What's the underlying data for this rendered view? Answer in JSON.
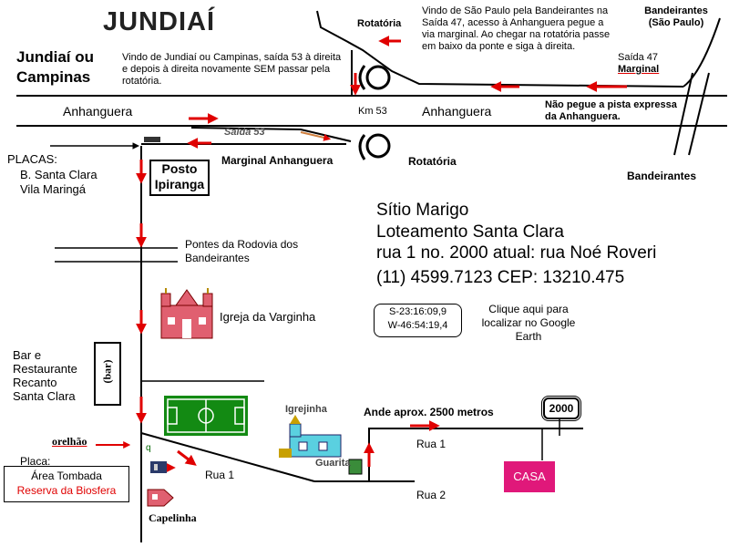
{
  "title": "JUNDIAÍ",
  "labels": {
    "jundiai_campinas": "Jundiaí ou Campinas",
    "instr_jundiai": "Vindo de Jundiaí ou Campinas, saída 53 à direita e depois à direita novamente SEM passar pela rotatória.",
    "rotatoria_top": "Rotatória",
    "instr_sao_paulo": "Vindo de São Paulo pela Bandeirantes na Saída 47, acesso à Anhanguera pegue a via marginal. Ao chegar na rotatória passe em baixo da ponte e siga à direita.",
    "bandeirantes_sp": "Bandeirantes (São Paulo)",
    "saida47": "Saída 47",
    "marginal": "Marginal",
    "nao_pegue": "Não pegue a pista expressa da Anhanguera.",
    "anhanguera_left": "Anhanguera",
    "km53": "Km 53",
    "anhanguera_right": "Anhanguera",
    "saida53": "Saída 53",
    "placas": "PLACAS:",
    "placa_santa_clara": "B. Santa Clara",
    "placa_vila_maringa": "Vila Maringá",
    "posto_ipiranga": "Posto Ipiranga",
    "marginal_anhanguera": "Marginal Anhanguera",
    "rotatoria_bottom": "Rotatória",
    "bandeirantes": "Bandeirantes",
    "pontes": "Pontes da Rodovia dos Bandeirantes",
    "igreja_varginha": "Igreja da Varginha",
    "bar_restaurante": "Bar e Restaurante Recanto Santa Clara",
    "bar_sign": "(bar)",
    "igrejinha": "Igrejinha",
    "guarita": "Guarita",
    "orelhao": "orelhão",
    "placa": "Placa:",
    "area_tombada": "Área Tombada",
    "reserva_biosfera": "Reserva da Biosfera",
    "capelinha": "Capelinha",
    "rua1_left": "Rua 1",
    "rua1_right": "Rua 1",
    "rua2": "Rua 2",
    "ande": "Ande aprox. 2500 metros",
    "numero": "2000",
    "casa": "CASA",
    "coords_s": "S-23:16:09,9",
    "coords_w": "W-46:54:19,4",
    "clique": "Clique aqui para localizar no Google Earth"
  },
  "info": {
    "line1": "Sítio Marigo",
    "line2": "Loteamento Santa Clara",
    "line3": "rua 1 no. 2000  atual: rua Noé Roveri",
    "line4": "(11) 4599.7123  CEP: 13210.475"
  },
  "colors": {
    "arrow": "#e00000",
    "casa": "#e0187a",
    "field": "#138a13",
    "church": "#e06070",
    "igrejinha": "#5ad0e0"
  }
}
